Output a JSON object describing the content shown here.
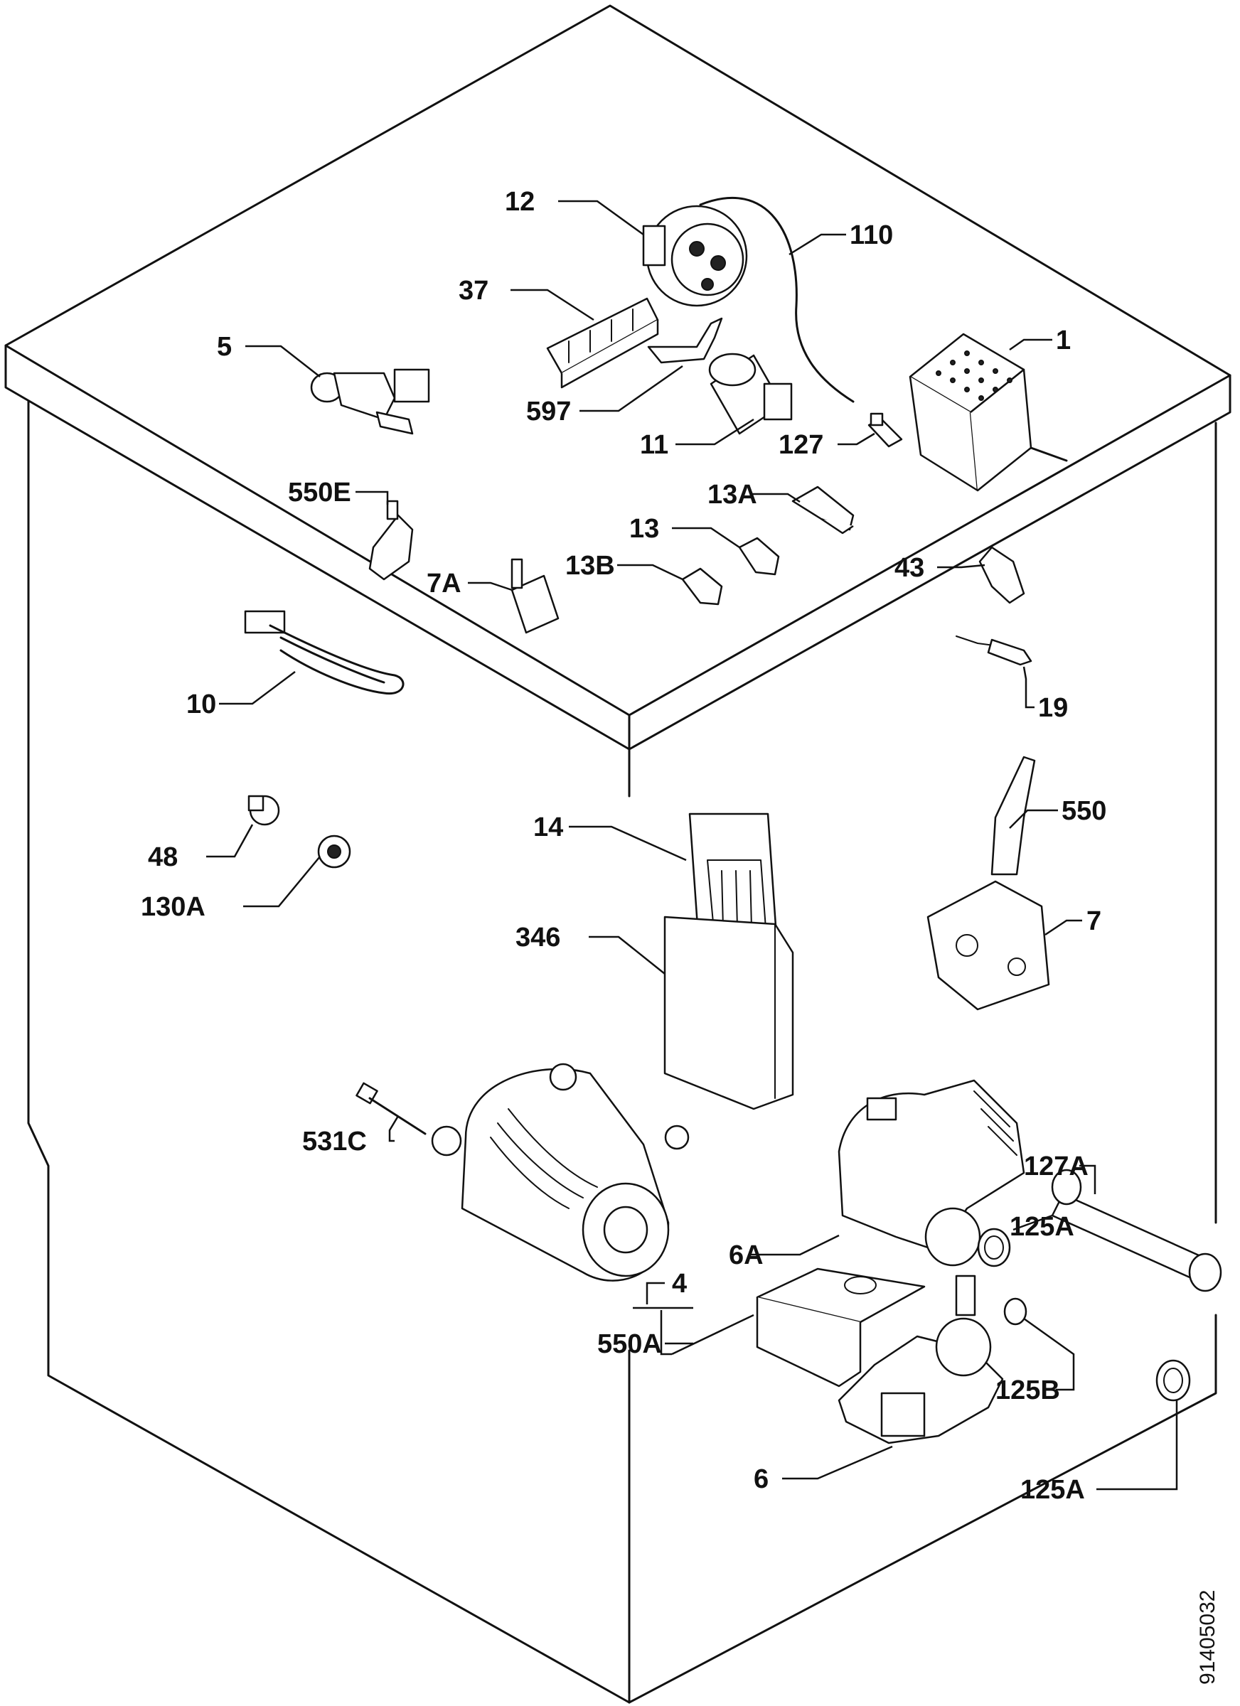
{
  "reference_number": "91405032",
  "labels": {
    "l12": "12",
    "l110": "110",
    "l37": "37",
    "l5": "5",
    "l1": "1",
    "l597": "597",
    "l11": "11",
    "l127": "127",
    "l550E": "550E",
    "l13A": "13A",
    "l13": "13",
    "l7A": "7A",
    "l13B": "13B",
    "l43": "43",
    "l10": "10",
    "l19": "19",
    "l14": "14",
    "l550": "550",
    "l48": "48",
    "l130A": "130A",
    "l346": "346",
    "l7": "7",
    "l531C": "531C",
    "l127A": "127A",
    "l125A_top": "125A",
    "l6A": "6A",
    "l4": "4",
    "l550A": "550A",
    "l125B": "125B",
    "l6": "6",
    "l125A_bottom": "125A"
  }
}
